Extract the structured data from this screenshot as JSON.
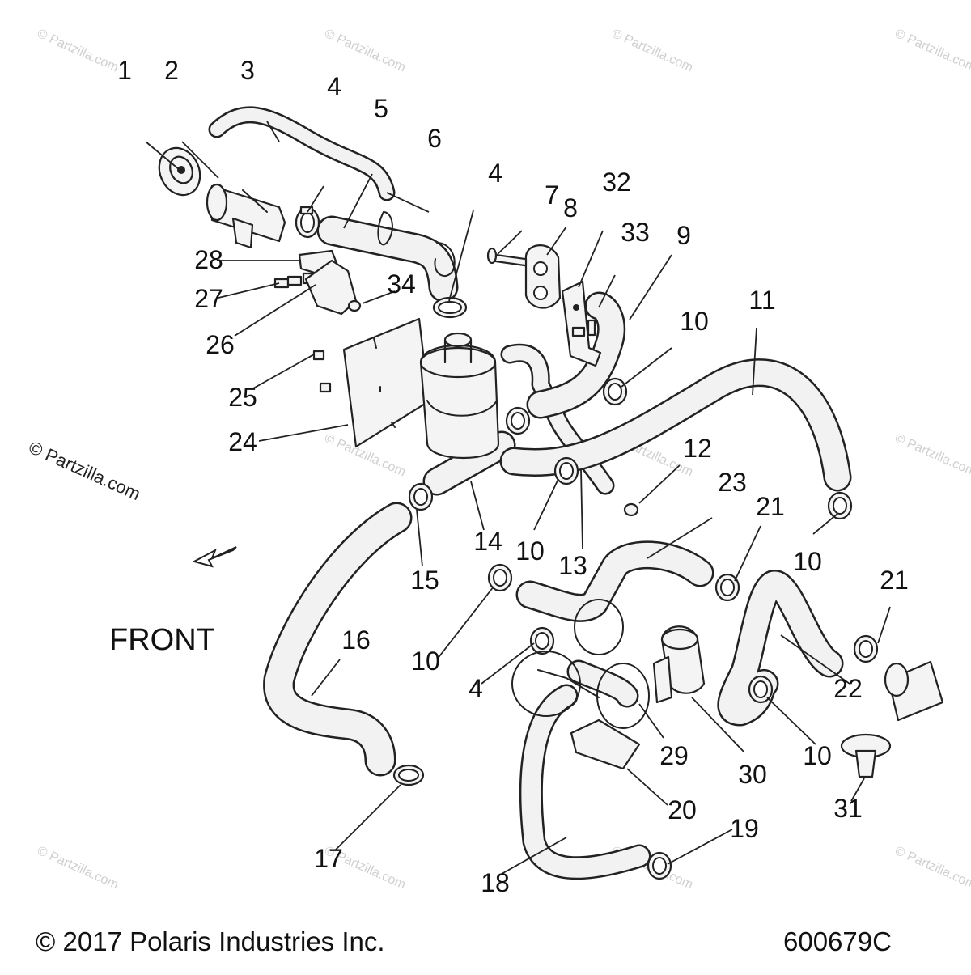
{
  "diagram": {
    "copyright": "© 2017 Polaris Industries Inc.",
    "figure_code": "600679C",
    "front_label": "FRONT",
    "watermark_side": "© Partzilla.com",
    "watermark_faint": "© Partzilla.com",
    "callouts": [
      "1",
      "2",
      "3",
      "4",
      "5",
      "6",
      "4",
      "7",
      "8",
      "32",
      "33",
      "9",
      "10",
      "11",
      "28",
      "27",
      "34",
      "26",
      "25",
      "24",
      "12",
      "23",
      "21",
      "14",
      "10",
      "13",
      "15",
      "10",
      "16",
      "10",
      "21",
      "4",
      "22",
      "29",
      "30",
      "10",
      "20",
      "31",
      "17",
      "19",
      "18"
    ]
  }
}
